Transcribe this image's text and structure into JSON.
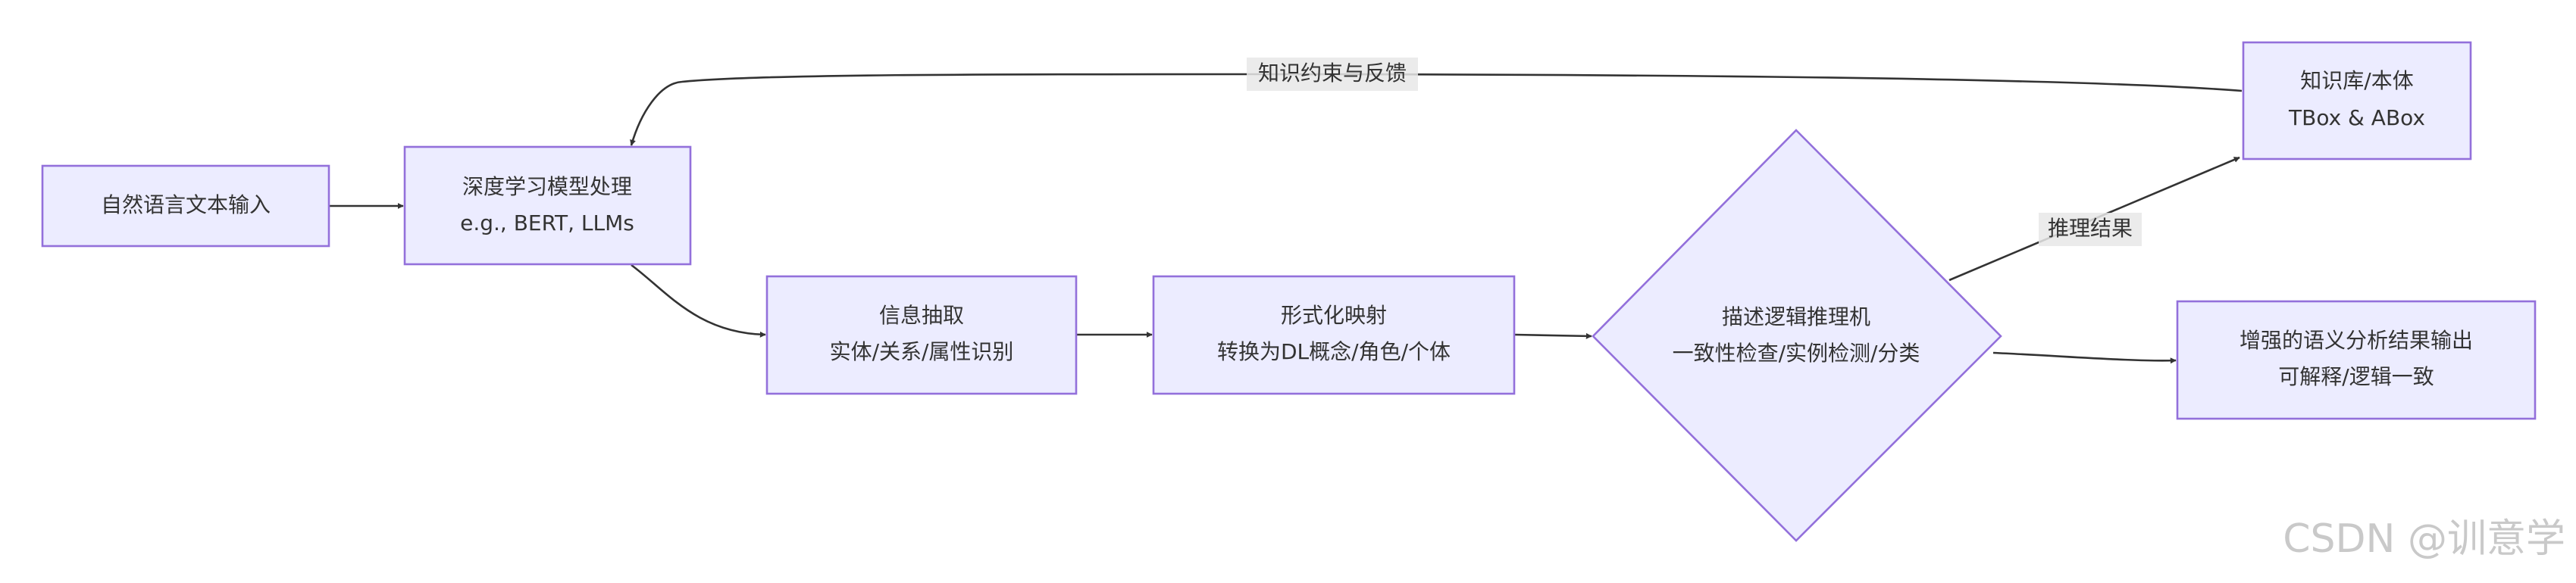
{
  "nodes": {
    "input": {
      "line1": "自然语言文本输入"
    },
    "dl": {
      "line1": "深度学习模型处理",
      "line2": "e.g., BERT, LLMs"
    },
    "extract": {
      "line1": "信息抽取",
      "line2": "实体/关系/属性识别"
    },
    "formalize": {
      "line1": "形式化映射",
      "line2": "转换为DL概念/角色/个体"
    },
    "reasoner": {
      "line1": "描述逻辑推理机",
      "line2": "一致性检查/实例检测/分类"
    },
    "kb": {
      "line1": "知识库/本体",
      "line2": "TBox & ABox"
    },
    "output": {
      "line1": "增强的语义分析结果输出",
      "line2": "可解释/逻辑一致"
    }
  },
  "edges": {
    "feedback_label": "知识约束与反馈",
    "reasoning_label": "推理结果"
  },
  "watermark": "CSDN @训意学"
}
